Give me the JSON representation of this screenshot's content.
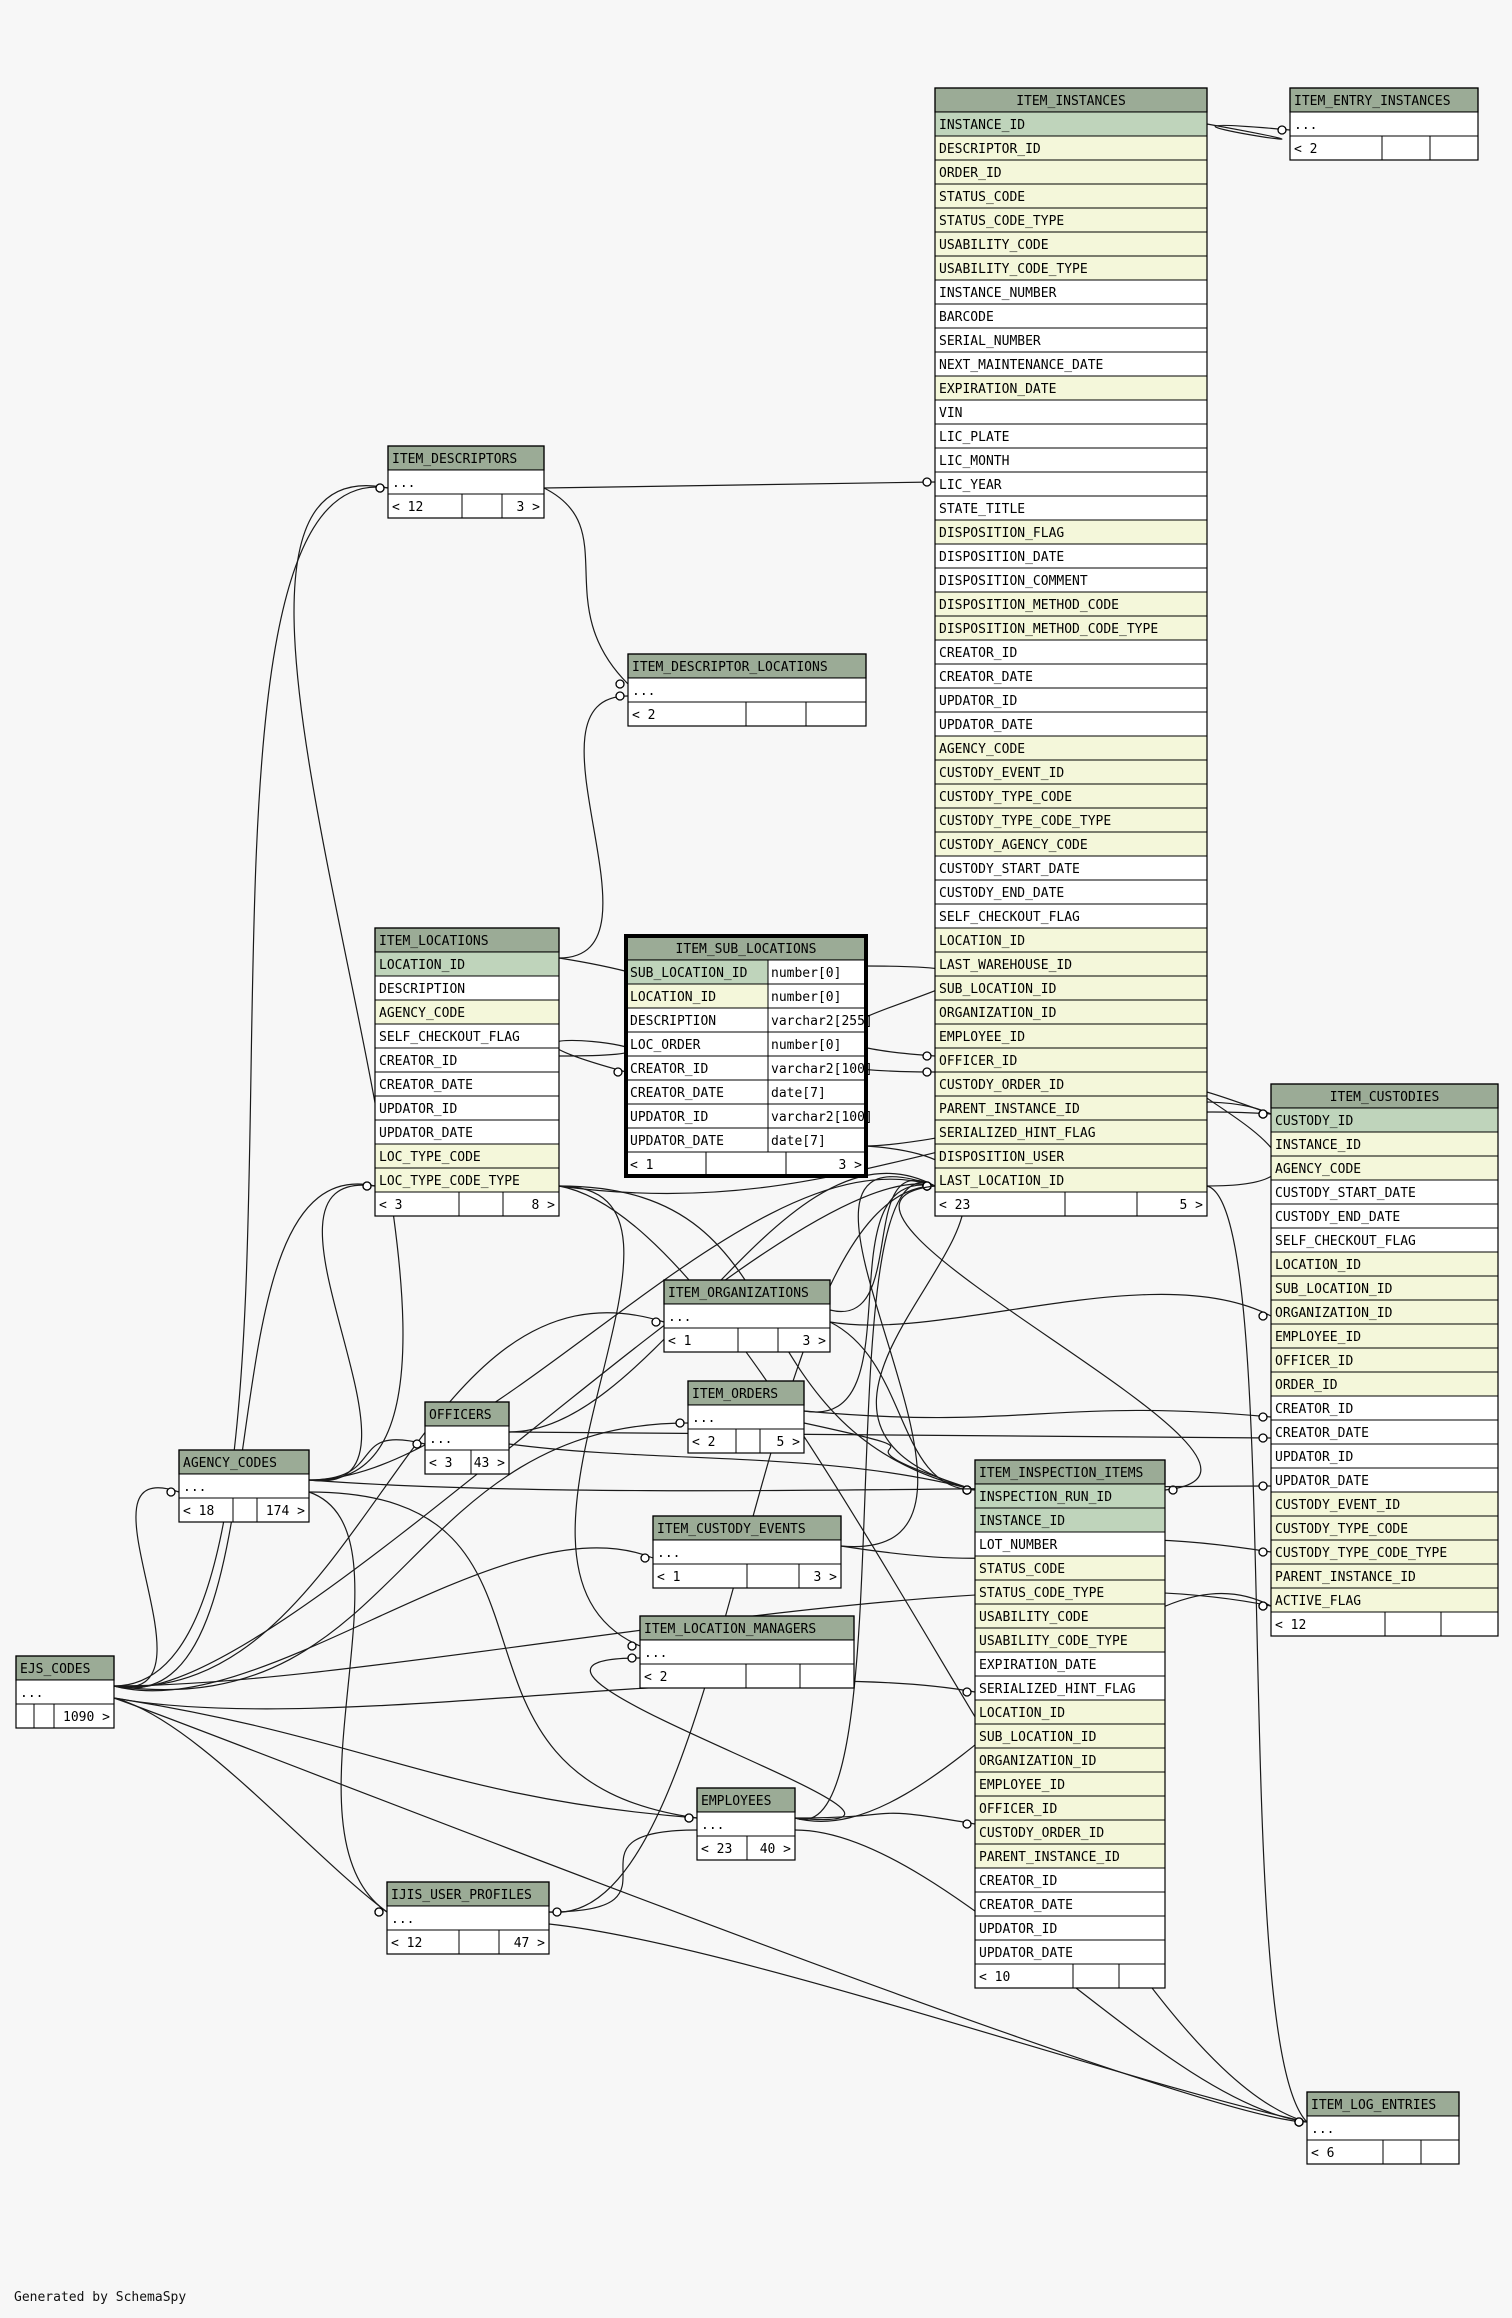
{
  "footer_text": "Generated by SchemaSpy",
  "colors": {
    "header": "#9bab96",
    "primary_key": "#bfd4bb",
    "foreign_key": "#f4f7da",
    "plain": "#ffffff",
    "background": "#f7f7f7"
  },
  "tables": [
    {
      "name": "ITEM_INSTANCES",
      "columns": [
        {
          "name": "INSTANCE_ID",
          "kind": "pk"
        },
        {
          "name": "DESCRIPTOR_ID",
          "kind": "fk"
        },
        {
          "name": "ORDER_ID",
          "kind": "fk"
        },
        {
          "name": "STATUS_CODE",
          "kind": "fk"
        },
        {
          "name": "STATUS_CODE_TYPE",
          "kind": "fk"
        },
        {
          "name": "USABILITY_CODE",
          "kind": "fk"
        },
        {
          "name": "USABILITY_CODE_TYPE",
          "kind": "fk"
        },
        {
          "name": "INSTANCE_NUMBER",
          "kind": "plain"
        },
        {
          "name": "BARCODE",
          "kind": "plain"
        },
        {
          "name": "SERIAL_NUMBER",
          "kind": "plain"
        },
        {
          "name": "NEXT_MAINTENANCE_DATE",
          "kind": "plain"
        },
        {
          "name": "EXPIRATION_DATE",
          "kind": "fk"
        },
        {
          "name": "VIN",
          "kind": "plain"
        },
        {
          "name": "LIC_PLATE",
          "kind": "plain"
        },
        {
          "name": "LIC_MONTH",
          "kind": "plain"
        },
        {
          "name": "LIC_YEAR",
          "kind": "plain"
        },
        {
          "name": "STATE_TITLE",
          "kind": "plain"
        },
        {
          "name": "DISPOSITION_FLAG",
          "kind": "fk"
        },
        {
          "name": "DISPOSITION_DATE",
          "kind": "plain"
        },
        {
          "name": "DISPOSITION_COMMENT",
          "kind": "plain"
        },
        {
          "name": "DISPOSITION_METHOD_CODE",
          "kind": "fk"
        },
        {
          "name": "DISPOSITION_METHOD_CODE_TYPE",
          "kind": "fk"
        },
        {
          "name": "CREATOR_ID",
          "kind": "plain"
        },
        {
          "name": "CREATOR_DATE",
          "kind": "plain"
        },
        {
          "name": "UPDATOR_ID",
          "kind": "plain"
        },
        {
          "name": "UPDATOR_DATE",
          "kind": "plain"
        },
        {
          "name": "AGENCY_CODE",
          "kind": "fk"
        },
        {
          "name": "CUSTODY_EVENT_ID",
          "kind": "fk"
        },
        {
          "name": "CUSTODY_TYPE_CODE",
          "kind": "fk"
        },
        {
          "name": "CUSTODY_TYPE_CODE_TYPE",
          "kind": "fk"
        },
        {
          "name": "CUSTODY_AGENCY_CODE",
          "kind": "fk"
        },
        {
          "name": "CUSTODY_START_DATE",
          "kind": "plain"
        },
        {
          "name": "CUSTODY_END_DATE",
          "kind": "plain"
        },
        {
          "name": "SELF_CHECKOUT_FLAG",
          "kind": "plain"
        },
        {
          "name": "LOCATION_ID",
          "kind": "fk"
        },
        {
          "name": "LAST_WAREHOUSE_ID",
          "kind": "fk"
        },
        {
          "name": "SUB_LOCATION_ID",
          "kind": "fk"
        },
        {
          "name": "ORGANIZATION_ID",
          "kind": "fk"
        },
        {
          "name": "EMPLOYEE_ID",
          "kind": "fk"
        },
        {
          "name": "OFFICER_ID",
          "kind": "fk"
        },
        {
          "name": "CUSTODY_ORDER_ID",
          "kind": "fk"
        },
        {
          "name": "PARENT_INSTANCE_ID",
          "kind": "fk"
        },
        {
          "name": "SERIALIZED_HINT_FLAG",
          "kind": "fk"
        },
        {
          "name": "DISPOSITION_USER",
          "kind": "fk"
        },
        {
          "name": "LAST_LOCATION_ID",
          "kind": "fk"
        }
      ],
      "footer": [
        "< 23",
        "",
        "5 >"
      ]
    },
    {
      "name": "ITEM_ENTRY_INSTANCES",
      "columns": [
        {
          "name": "...",
          "kind": "plain"
        }
      ],
      "footer": [
        "< 2",
        "",
        ""
      ]
    },
    {
      "name": "ITEM_DESCRIPTORS",
      "columns": [
        {
          "name": "...",
          "kind": "plain"
        }
      ],
      "footer": [
        "< 12",
        "",
        "3 >"
      ]
    },
    {
      "name": "ITEM_DESCRIPTOR_LOCATIONS",
      "columns": [
        {
          "name": "...",
          "kind": "plain"
        }
      ],
      "footer": [
        "< 2",
        "",
        ""
      ]
    },
    {
      "name": "ITEM_LOCATIONS",
      "columns": [
        {
          "name": "LOCATION_ID",
          "kind": "pk"
        },
        {
          "name": "DESCRIPTION",
          "kind": "plain"
        },
        {
          "name": "AGENCY_CODE",
          "kind": "fk"
        },
        {
          "name": "SELF_CHECKOUT_FLAG",
          "kind": "plain"
        },
        {
          "name": "CREATOR_ID",
          "kind": "plain"
        },
        {
          "name": "CREATOR_DATE",
          "kind": "plain"
        },
        {
          "name": "UPDATOR_ID",
          "kind": "plain"
        },
        {
          "name": "UPDATOR_DATE",
          "kind": "plain"
        },
        {
          "name": "LOC_TYPE_CODE",
          "kind": "fk"
        },
        {
          "name": "LOC_TYPE_CODE_TYPE",
          "kind": "fk"
        }
      ],
      "footer": [
        "< 3",
        "",
        "8 >"
      ]
    },
    {
      "name": "ITEM_SUB_LOCATIONS",
      "focus": true,
      "columns": [
        {
          "name": "SUB_LOCATION_ID",
          "type": "number[0]",
          "kind": "pk"
        },
        {
          "name": "LOCATION_ID",
          "type": "number[0]",
          "kind": "fk"
        },
        {
          "name": "DESCRIPTION",
          "type": "varchar2[255]",
          "kind": "plain"
        },
        {
          "name": "LOC_ORDER",
          "type": "number[0]",
          "kind": "plain"
        },
        {
          "name": "CREATOR_ID",
          "type": "varchar2[100]",
          "kind": "plain"
        },
        {
          "name": "CREATOR_DATE",
          "type": "date[7]",
          "kind": "plain"
        },
        {
          "name": "UPDATOR_ID",
          "type": "varchar2[100]",
          "kind": "plain"
        },
        {
          "name": "UPDATOR_DATE",
          "type": "date[7]",
          "kind": "plain"
        }
      ],
      "footer": [
        "< 1",
        "",
        "3 >"
      ]
    },
    {
      "name": "ITEM_ORGANIZATIONS",
      "columns": [
        {
          "name": "...",
          "kind": "plain"
        }
      ],
      "footer": [
        "< 1",
        "",
        "3 >"
      ]
    },
    {
      "name": "ITEM_ORDERS",
      "columns": [
        {
          "name": "...",
          "kind": "plain"
        }
      ],
      "footer": [
        "< 2",
        "",
        "5 >"
      ]
    },
    {
      "name": "OFFICERS",
      "columns": [
        {
          "name": "...",
          "kind": "plain"
        }
      ],
      "footer": [
        "< 3",
        "43 >"
      ]
    },
    {
      "name": "AGENCY_CODES",
      "columns": [
        {
          "name": "...",
          "kind": "plain"
        }
      ],
      "footer": [
        "< 18",
        "",
        "174 >"
      ]
    },
    {
      "name": "ITEM_CUSTODY_EVENTS",
      "columns": [
        {
          "name": "...",
          "kind": "plain"
        }
      ],
      "footer": [
        "< 1",
        "",
        "3 >"
      ]
    },
    {
      "name": "ITEM_LOCATION_MANAGERS",
      "columns": [
        {
          "name": "...",
          "kind": "plain"
        }
      ],
      "footer": [
        "< 2",
        "",
        ""
      ]
    },
    {
      "name": "EJS_CODES",
      "columns": [
        {
          "name": "...",
          "kind": "plain"
        }
      ],
      "footer": [
        "",
        "",
        "1090 >"
      ]
    },
    {
      "name": "EMPLOYEES",
      "columns": [
        {
          "name": "...",
          "kind": "plain"
        }
      ],
      "footer": [
        "< 23",
        "40 >"
      ]
    },
    {
      "name": "IJIS_USER_PROFILES",
      "columns": [
        {
          "name": "...",
          "kind": "plain"
        }
      ],
      "footer": [
        "< 12",
        "",
        "47 >"
      ]
    },
    {
      "name": "ITEM_INSPECTION_ITEMS",
      "columns": [
        {
          "name": "INSPECTION_RUN_ID",
          "kind": "pk"
        },
        {
          "name": "INSTANCE_ID",
          "kind": "pk"
        },
        {
          "name": "LOT_NUMBER",
          "kind": "plain"
        },
        {
          "name": "STATUS_CODE",
          "kind": "fk"
        },
        {
          "name": "STATUS_CODE_TYPE",
          "kind": "fk"
        },
        {
          "name": "USABILITY_CODE",
          "kind": "fk"
        },
        {
          "name": "USABILITY_CODE_TYPE",
          "kind": "fk"
        },
        {
          "name": "EXPIRATION_DATE",
          "kind": "plain"
        },
        {
          "name": "SERIALIZED_HINT_FLAG",
          "kind": "plain"
        },
        {
          "name": "LOCATION_ID",
          "kind": "fk"
        },
        {
          "name": "SUB_LOCATION_ID",
          "kind": "fk"
        },
        {
          "name": "ORGANIZATION_ID",
          "kind": "fk"
        },
        {
          "name": "EMPLOYEE_ID",
          "kind": "fk"
        },
        {
          "name": "OFFICER_ID",
          "kind": "fk"
        },
        {
          "name": "CUSTODY_ORDER_ID",
          "kind": "fk"
        },
        {
          "name": "PARENT_INSTANCE_ID",
          "kind": "fk"
        },
        {
          "name": "CREATOR_ID",
          "kind": "plain"
        },
        {
          "name": "CREATOR_DATE",
          "kind": "plain"
        },
        {
          "name": "UPDATOR_ID",
          "kind": "plain"
        },
        {
          "name": "UPDATOR_DATE",
          "kind": "plain"
        }
      ],
      "footer": [
        "< 10",
        "",
        ""
      ]
    },
    {
      "name": "ITEM_CUSTODIES",
      "columns": [
        {
          "name": "CUSTODY_ID",
          "kind": "pk"
        },
        {
          "name": "INSTANCE_ID",
          "kind": "fk"
        },
        {
          "name": "AGENCY_CODE",
          "kind": "fk"
        },
        {
          "name": "CUSTODY_START_DATE",
          "kind": "plain"
        },
        {
          "name": "CUSTODY_END_DATE",
          "kind": "plain"
        },
        {
          "name": "SELF_CHECKOUT_FLAG",
          "kind": "plain"
        },
        {
          "name": "LOCATION_ID",
          "kind": "fk"
        },
        {
          "name": "SUB_LOCATION_ID",
          "kind": "fk"
        },
        {
          "name": "ORGANIZATION_ID",
          "kind": "fk"
        },
        {
          "name": "EMPLOYEE_ID",
          "kind": "fk"
        },
        {
          "name": "OFFICER_ID",
          "kind": "fk"
        },
        {
          "name": "ORDER_ID",
          "kind": "fk"
        },
        {
          "name": "CREATOR_ID",
          "kind": "plain"
        },
        {
          "name": "CREATOR_DATE",
          "kind": "plain"
        },
        {
          "name": "UPDATOR_ID",
          "kind": "plain"
        },
        {
          "name": "UPDATOR_DATE",
          "kind": "plain"
        },
        {
          "name": "CUSTODY_EVENT_ID",
          "kind": "fk"
        },
        {
          "name": "CUSTODY_TYPE_CODE",
          "kind": "fk"
        },
        {
          "name": "CUSTODY_TYPE_CODE_TYPE",
          "kind": "fk"
        },
        {
          "name": "PARENT_INSTANCE_ID",
          "kind": "fk"
        },
        {
          "name": "ACTIVE_FLAG",
          "kind": "fk"
        }
      ],
      "footer": [
        "< 12",
        "",
        ""
      ]
    },
    {
      "name": "ITEM_LOG_ENTRIES",
      "columns": [
        {
          "name": "...",
          "kind": "plain"
        }
      ],
      "footer": [
        "< 6",
        "",
        ""
      ]
    }
  ],
  "relationships": [
    [
      "ITEM_INSTANCES",
      "ITEM_DESCRIPTORS"
    ],
    [
      "ITEM_INSTANCES",
      "ITEM_ORDERS"
    ],
    [
      "ITEM_INSTANCES",
      "EJS_CODES"
    ],
    [
      "ITEM_INSTANCES",
      "AGENCY_CODES"
    ],
    [
      "ITEM_INSTANCES",
      "ITEM_CUSTODY_EVENTS"
    ],
    [
      "ITEM_INSTANCES",
      "ITEM_LOCATIONS"
    ],
    [
      "ITEM_INSTANCES",
      "ITEM_SUB_LOCATIONS"
    ],
    [
      "ITEM_INSTANCES",
      "ITEM_ORGANIZATIONS"
    ],
    [
      "ITEM_INSTANCES",
      "EMPLOYEES"
    ],
    [
      "ITEM_INSTANCES",
      "OFFICERS"
    ],
    [
      "ITEM_INSTANCES",
      "IJIS_USER_PROFILES"
    ],
    [
      "ITEM_ENTRY_INSTANCES",
      "ITEM_INSTANCES"
    ],
    [
      "ITEM_DESCRIPTORS",
      "EJS_CODES"
    ],
    [
      "ITEM_DESCRIPTORS",
      "AGENCY_CODES"
    ],
    [
      "ITEM_DESCRIPTOR_LOCATIONS",
      "ITEM_DESCRIPTORS"
    ],
    [
      "ITEM_DESCRIPTOR_LOCATIONS",
      "ITEM_LOCATIONS"
    ],
    [
      "ITEM_LOCATIONS",
      "AGENCY_CODES"
    ],
    [
      "ITEM_LOCATIONS",
      "EJS_CODES"
    ],
    [
      "ITEM_SUB_LOCATIONS",
      "ITEM_LOCATIONS"
    ],
    [
      "ITEM_ORGANIZATIONS",
      "EJS_CODES"
    ],
    [
      "ITEM_ORDERS",
      "EJS_CODES"
    ],
    [
      "OFFICERS",
      "AGENCY_CODES"
    ],
    [
      "AGENCY_CODES",
      "EJS_CODES"
    ],
    [
      "ITEM_CUSTODY_EVENTS",
      "EJS_CODES"
    ],
    [
      "ITEM_LOCATION_MANAGERS",
      "ITEM_LOCATIONS"
    ],
    [
      "ITEM_LOCATION_MANAGERS",
      "EMPLOYEES"
    ],
    [
      "EMPLOYEES",
      "EJS_CODES"
    ],
    [
      "EMPLOYEES",
      "AGENCY_CODES"
    ],
    [
      "IJIS_USER_PROFILES",
      "EJS_CODES"
    ],
    [
      "IJIS_USER_PROFILES",
      "AGENCY_CODES"
    ],
    [
      "IJIS_USER_PROFILES",
      "EMPLOYEES"
    ],
    [
      "ITEM_INSPECTION_ITEMS",
      "ITEM_INSTANCES"
    ],
    [
      "ITEM_INSPECTION_ITEMS",
      "EJS_CODES"
    ],
    [
      "ITEM_INSPECTION_ITEMS",
      "ITEM_LOCATIONS"
    ],
    [
      "ITEM_INSPECTION_ITEMS",
      "ITEM_SUB_LOCATIONS"
    ],
    [
      "ITEM_INSPECTION_ITEMS",
      "ITEM_ORGANIZATIONS"
    ],
    [
      "ITEM_INSPECTION_ITEMS",
      "EMPLOYEES"
    ],
    [
      "ITEM_INSPECTION_ITEMS",
      "OFFICERS"
    ],
    [
      "ITEM_INSPECTION_ITEMS",
      "ITEM_ORDERS"
    ],
    [
      "ITEM_CUSTODIES",
      "ITEM_INSTANCES"
    ],
    [
      "ITEM_CUSTODIES",
      "AGENCY_CODES"
    ],
    [
      "ITEM_CUSTODIES",
      "ITEM_LOCATIONS"
    ],
    [
      "ITEM_CUSTODIES",
      "ITEM_SUB_LOCATIONS"
    ],
    [
      "ITEM_CUSTODIES",
      "ITEM_ORGANIZATIONS"
    ],
    [
      "ITEM_CUSTODIES",
      "EMPLOYEES"
    ],
    [
      "ITEM_CUSTODIES",
      "OFFICERS"
    ],
    [
      "ITEM_CUSTODIES",
      "ITEM_ORDERS"
    ],
    [
      "ITEM_CUSTODIES",
      "ITEM_CUSTODY_EVENTS"
    ],
    [
      "ITEM_CUSTODIES",
      "EJS_CODES"
    ],
    [
      "ITEM_LOG_ENTRIES",
      "ITEM_INSTANCES"
    ],
    [
      "ITEM_LOG_ENTRIES",
      "EJS_CODES"
    ],
    [
      "ITEM_LOG_ENTRIES",
      "EMPLOYEES"
    ],
    [
      "ITEM_LOG_ENTRIES",
      "IJIS_USER_PROFILES"
    ],
    [
      "ITEM_LOG_ENTRIES",
      "ITEM_LOCATIONS"
    ]
  ]
}
